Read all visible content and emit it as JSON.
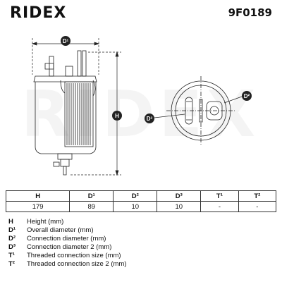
{
  "brand": "RIDEX",
  "part_number": "9F0189",
  "labels": {
    "h": "H",
    "d1": "D¹",
    "d2": "D²",
    "d3": "D³"
  },
  "table": {
    "headers": [
      "H",
      "D¹",
      "D²",
      "D³",
      "T¹",
      "T²"
    ],
    "values": [
      "179",
      "89",
      "10",
      "10",
      "-",
      "-"
    ]
  },
  "legend": [
    {
      "symbol": "H",
      "text": "Height (mm)"
    },
    {
      "symbol": "D¹",
      "text": "Overall diameter (mm)"
    },
    {
      "symbol": "D²",
      "text": "Connection diameter (mm)"
    },
    {
      "symbol": "D³",
      "text": "Connection diameter 2 (mm)"
    },
    {
      "symbol": "T¹",
      "text": "Threaded connection size (mm)"
    },
    {
      "symbol": "T²",
      "text": "Threaded connection size 2 (mm)"
    }
  ]
}
